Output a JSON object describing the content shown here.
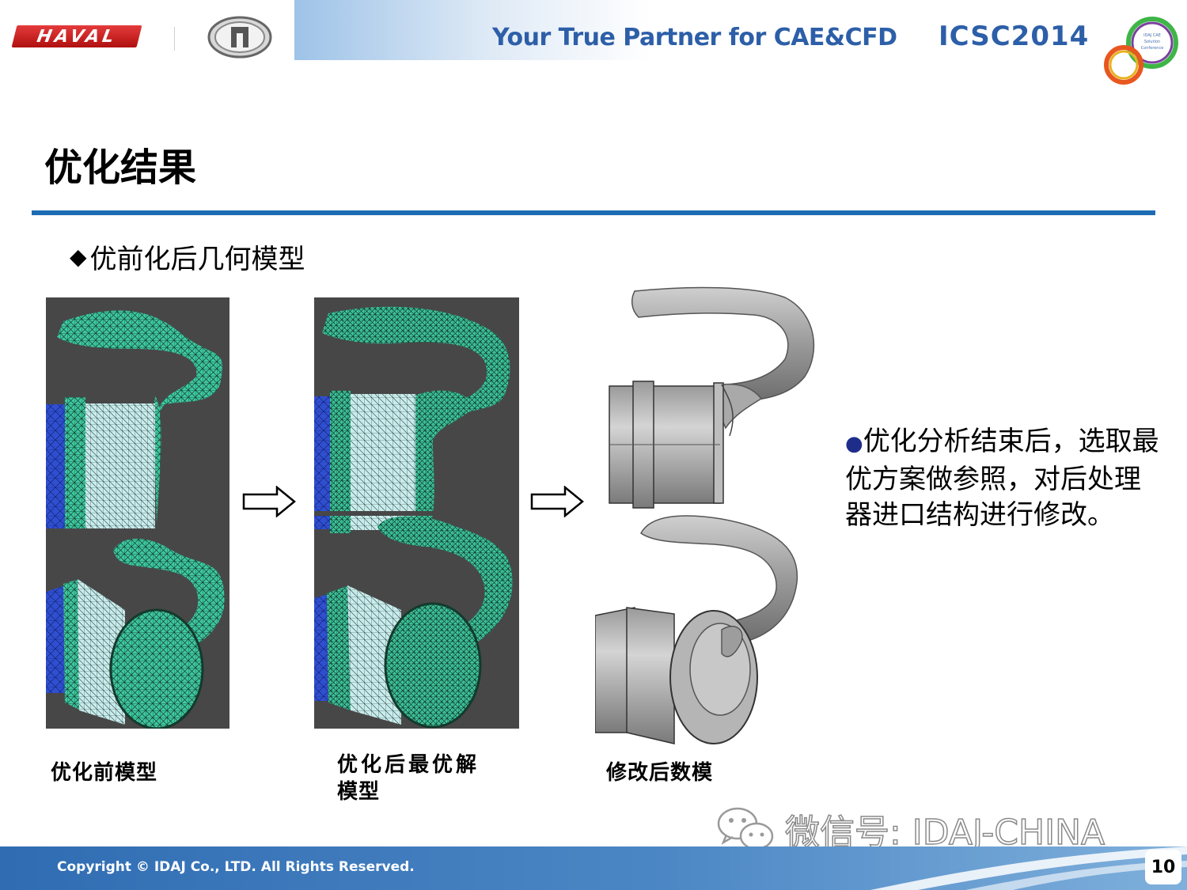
{
  "header": {
    "brand_logo_text": "HAVAL",
    "tagline": "Your True Partner for CAE&CFD",
    "conference": "ICSC2014",
    "conference_logo_lines": [
      "IDAJ CAE",
      "Solution",
      "Conference"
    ]
  },
  "title": "优化结果",
  "section_heading": "优前化后几何模型",
  "captions": {
    "before": "优化前模型",
    "optimized_line1": "优化后最优解",
    "optimized_line2": "模型",
    "modified": "修改后数模"
  },
  "note": "优化分析结束后，选取最优方案做参照，对后处理器进口结构进行修改。",
  "watermark": "微信号: IDAJ-CHINA",
  "footer": {
    "copyright": "Copyright © IDAJ Co., LTD. All Rights Reserved.",
    "page_number": "10"
  },
  "colors": {
    "title_rule": "#1c6cb4",
    "tagline": "#2d5fa8",
    "mesh_teal": "#3ec9a0",
    "mesh_blue": "#2f4fd0",
    "footer": "#2f6cb2"
  }
}
